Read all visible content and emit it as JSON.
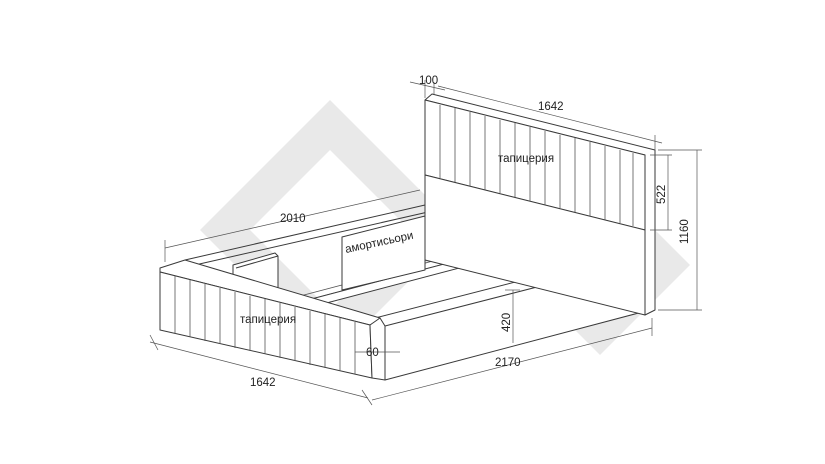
{
  "drawing": {
    "labels": {
      "upholstery_headboard": "тапицерия",
      "upholstery_footboard": "тапицерия",
      "shock_absorbers": "амортисьори"
    },
    "dimensions": {
      "headboard_thickness": "100",
      "headboard_width": "1642",
      "headboard_panel_height": "522",
      "total_height": "1160",
      "frame_length_inner": "2010",
      "frame_height": "420",
      "footboard_thickness": "60",
      "footboard_width": "1642",
      "total_length": "2170"
    },
    "colors": {
      "line": "#3a3a3a",
      "watermark": "#e9e9e9"
    }
  }
}
